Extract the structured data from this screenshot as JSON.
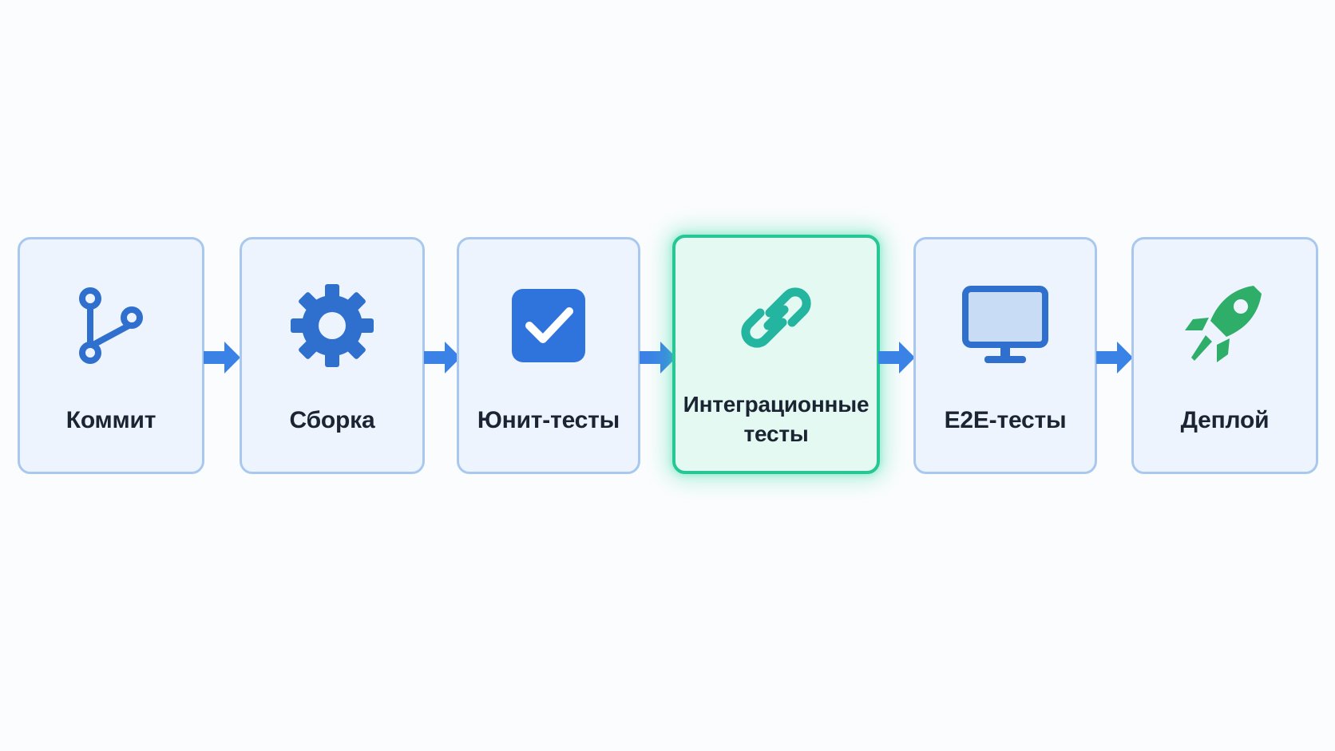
{
  "diagram": {
    "stages": [
      {
        "label": "Коммит",
        "icon": "git-branch-icon"
      },
      {
        "label": "Сборка",
        "icon": "gear-icon"
      },
      {
        "label": "Юнит-тесты",
        "icon": "checkbox-check-icon"
      },
      {
        "label": "Интеграционные тесты",
        "icon": "link-chain-icon",
        "active": true
      },
      {
        "label": "E2E-тесты",
        "icon": "monitor-icon"
      },
      {
        "label": "Деплой",
        "icon": "rocket-icon"
      }
    ],
    "colors": {
      "stage_border": "#a9c8ef",
      "stage_fill": "#eef4fd",
      "active_border": "#27c795",
      "active_fill": "#e3f9f1",
      "icon_blue": "#2f6fce",
      "icon_teal": "#23b5a0",
      "icon_green": "#2fae6a",
      "arrow": "#3b82e6",
      "label": "#1b2433"
    }
  }
}
